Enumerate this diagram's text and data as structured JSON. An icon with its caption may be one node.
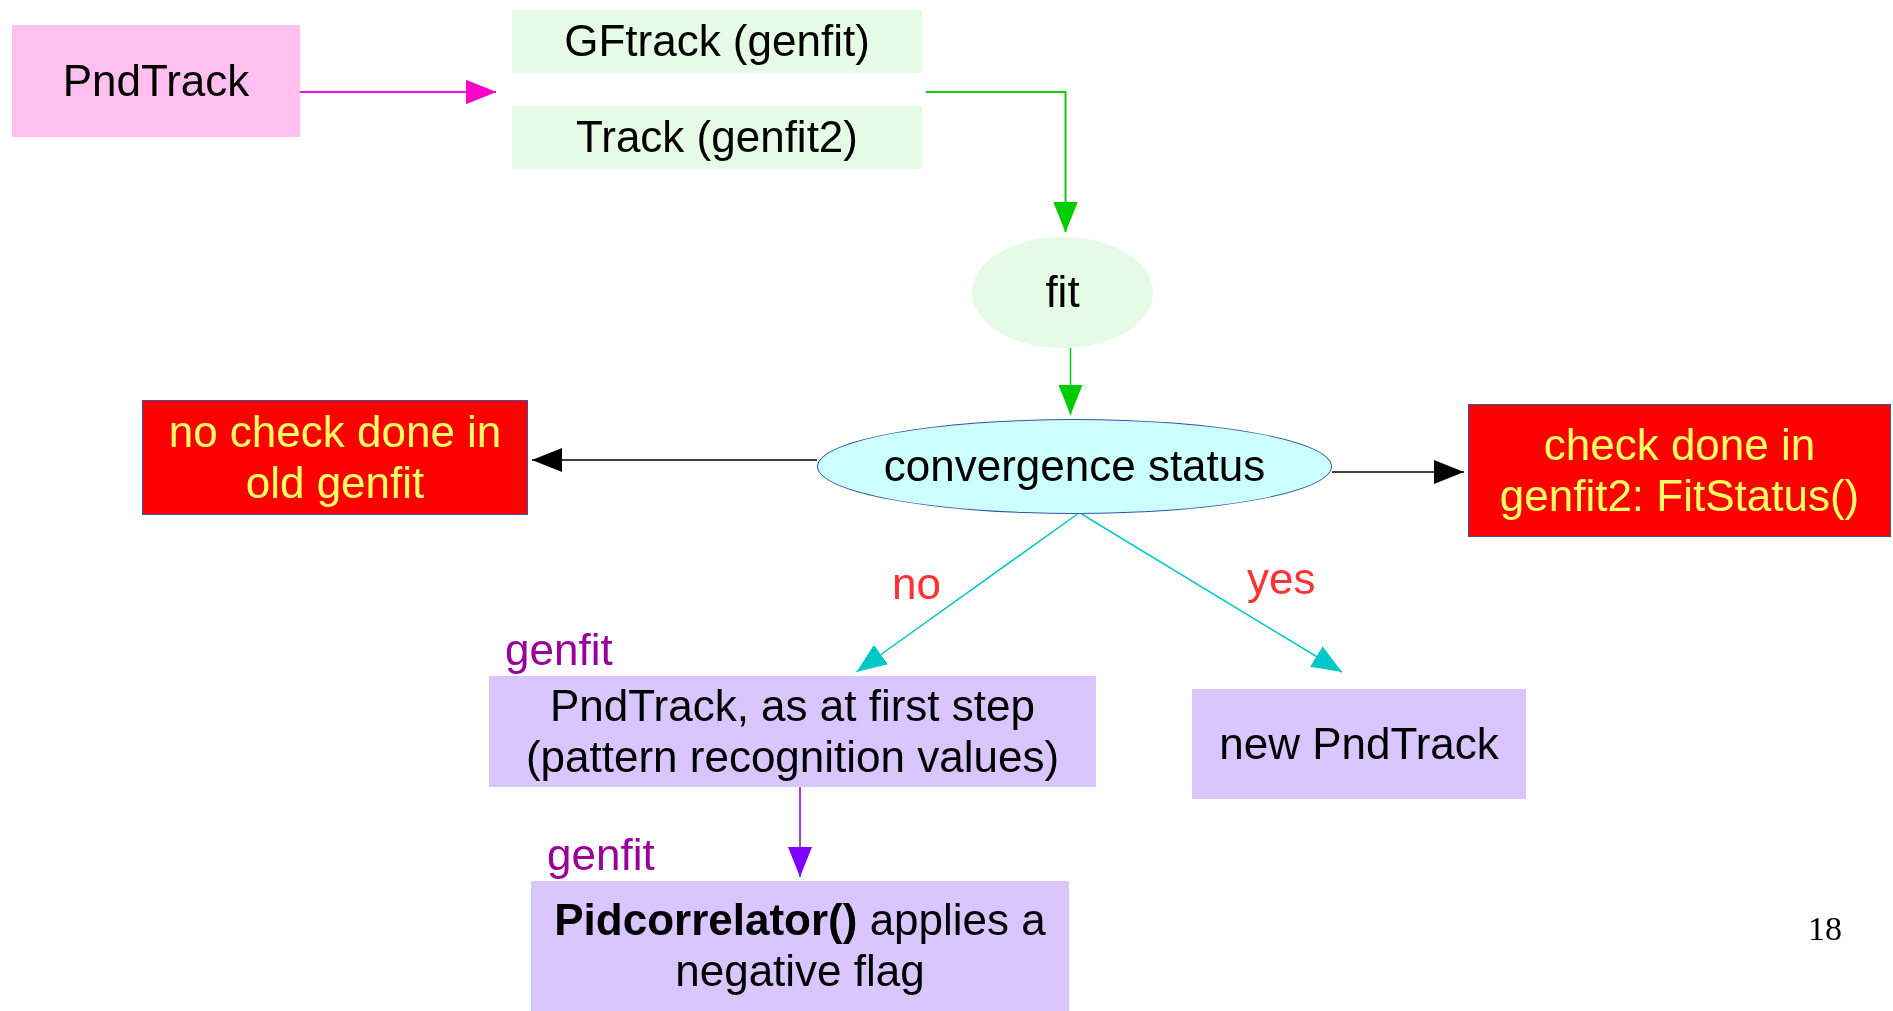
{
  "diagram": {
    "nodes": [
      {
        "text": [
          "PndTrack"
        ]
      },
      {
        "text": [
          "GFtrack (genfit)"
        ]
      },
      {
        "text": [
          "Track (genfit2)"
        ]
      },
      {
        "text": [
          "fit"
        ]
      },
      {
        "text": [
          "convergence status"
        ]
      },
      {
        "text": [
          "no check done in old genfit"
        ]
      },
      {
        "text": [
          "check done in genfit2: FitStatus()"
        ]
      },
      {
        "text": [
          "genfit",
          "PndTrack, as at first step (pattern recognition values)"
        ]
      },
      {
        "text": [
          "new PndTrack"
        ]
      },
      {
        "text": [
          "genfit",
          "**Pidcorrelator()** applies a negative flag"
        ]
      }
    ],
    "edges": [
      {
        "from": 0,
        "to": 1,
        "arrow": "to",
        "color": "#ff00cc"
      },
      {
        "from": 0,
        "to": 2,
        "arrow": "to",
        "color": "#ff00cc"
      },
      {
        "from": 1,
        "to": 3,
        "arrow": "to",
        "color": "#00cc00"
      },
      {
        "from": 2,
        "to": 3,
        "arrow": "to",
        "color": "#00cc00"
      },
      {
        "from": 3,
        "to": 4,
        "arrow": "to",
        "color": "#00cc00"
      },
      {
        "from": 4,
        "to": 5,
        "arrow": "to",
        "color": "#000000"
      },
      {
        "from": 4,
        "to": 6,
        "arrow": "to",
        "color": "#000000"
      },
      {
        "from": 4,
        "to": 7,
        "arrow": "to",
        "label": "no",
        "color": "#00c8c8"
      },
      {
        "from": 4,
        "to": 8,
        "arrow": "to",
        "label": "yes",
        "color": "#00c8c8"
      },
      {
        "from": 7,
        "to": 9,
        "arrow": "to",
        "color": "#7f00ff"
      }
    ],
    "labels": [
      "18"
    ]
  }
}
